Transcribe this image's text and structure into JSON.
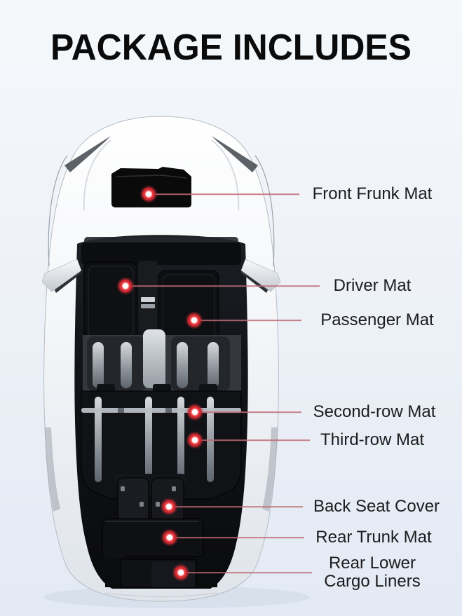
{
  "title": "PACKAGE INCLUDES",
  "diagram": {
    "subject": "Top-down view of a white car with all included floor mats and liners shown in black",
    "marker_style": "red glowing dot with white core and thin red leader line"
  },
  "colors": {
    "background_top": "#f5f8fb",
    "background_bottom": "#e3eaf4",
    "title_text": "#0b0b0c",
    "label_text": "#1c1c1e",
    "accent_red": "#e2262d",
    "leader_line": "#c06b74",
    "car_body": "#ffffff",
    "mat_black": "#101114"
  },
  "callouts": [
    {
      "id": "front-frunk-mat",
      "label": "Front Frunk Mat"
    },
    {
      "id": "driver-mat",
      "label": "Driver Mat"
    },
    {
      "id": "passenger-mat",
      "label": "Passenger Mat"
    },
    {
      "id": "second-row-mat",
      "label": "Second-row Mat"
    },
    {
      "id": "third-row-mat",
      "label": "Third-row Mat"
    },
    {
      "id": "back-seat-cover",
      "label": "Back Seat Cover"
    },
    {
      "id": "rear-trunk-mat",
      "label": "Rear Trunk Mat"
    },
    {
      "id": "rear-lower-cargo-liners",
      "label": "Rear Lower Cargo Liners"
    }
  ]
}
